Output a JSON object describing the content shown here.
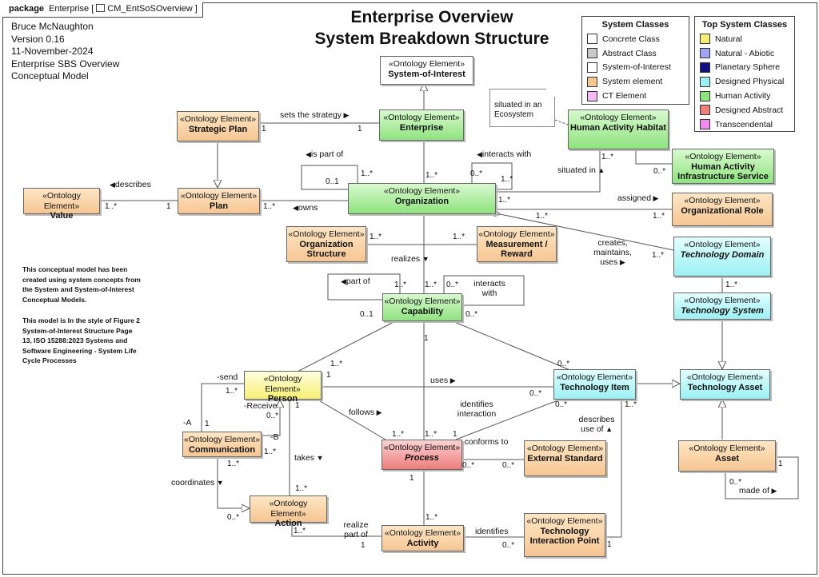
{
  "tab": {
    "keyword": "package",
    "label": "Enterprise",
    "diagram": "CM_EntSoSOverview"
  },
  "header": [
    "Bruce McNaughton",
    "Version 0.16",
    "11-November-2024",
    "Enterprise SBS Overview",
    "Conceptual Model"
  ],
  "title": [
    "Enterprise Overview",
    "System Breakdown Structure"
  ],
  "notes": [
    "This conceptual model has been created using system concepts from the System and System-of-Interest Conceptual Models.",
    "This model is In the style of Figure 2 System-of-Interest Structure Page 13, ISO 15288:2023 Systems and Software Engineering - System Life Cycle Processes"
  ],
  "legend_system": {
    "title": "System Classes",
    "items": [
      {
        "label": "Concrete Class",
        "color": "#ffffff"
      },
      {
        "label": "Abstract Class",
        "color": "#c8c8c8"
      },
      {
        "label": "System-of-Interest",
        "color": "#ffffff"
      },
      {
        "label": "System element",
        "color": "#f6c693"
      },
      {
        "label": "CT Element",
        "color": "#f3b8f5"
      }
    ]
  },
  "legend_top": {
    "title": "Top System Classes",
    "items": [
      {
        "label": "Natural",
        "color": "#f6ef73"
      },
      {
        "label": "Natural - Abiotic",
        "color": "#9fa5f3"
      },
      {
        "label": "Planetary Sphere",
        "color": "#101080"
      },
      {
        "label": "Designed Physical",
        "color": "#9cf0f4"
      },
      {
        "label": "Human Activity",
        "color": "#8fe37f"
      },
      {
        "label": "Designed Abstract",
        "color": "#ee7d7d"
      },
      {
        "label": "Transcendental",
        "color": "#f08cf0"
      }
    ]
  },
  "stereotype": "«Ontology Element»",
  "boxes": {
    "soi": "System-of-Interest",
    "strategic_plan": "Strategic Plan",
    "enterprise": "Enterprise",
    "habitat": "Human Activity Habitat",
    "infra": "Human Activity Infrastructure Service",
    "value": "Value",
    "plan": "Plan",
    "organization": "Organization",
    "org_role": "Organizational Role",
    "org_structure": "Organization Structure",
    "measurement": "Measurement / Reward",
    "tech_domain": "Technology Domain",
    "tech_system": "Technology System",
    "capability": "Capability",
    "person": "Person",
    "tech_item": "Technology Item",
    "tech_asset": "Technology Asset",
    "communication": "Communication",
    "process": "Process",
    "external_standard": "External Standard",
    "asset": "Asset",
    "action": "Action",
    "activity": "Activity",
    "tip": "Technology Interaction Point"
  },
  "note": "situated in an Ecosystem",
  "labels": {
    "sets_strategy": "sets the strategy",
    "is_part_of": "is part of",
    "interacts_with": "interacts with",
    "describes": "describes",
    "owns": "owns",
    "situated_in": "situated in",
    "assigned": "assigned",
    "realizes": "realizes",
    "creates": "creates, maintains, uses",
    "part_of": "part of",
    "interacts_with2": "interacts with",
    "send": "-send",
    "uses": "uses",
    "receive": "-Receive",
    "follows": "follows",
    "identifies_interaction": "identifies interaction",
    "describes_use_of": "describes use of",
    "a": "-A",
    "b": "-B",
    "takes": "takes",
    "conforms_to": "conforms to",
    "coordinates": "coordinates",
    "realize_part_of": "realize part of",
    "identifies": "identifies",
    "made_of": "made of"
  },
  "mult": {
    "one": "1",
    "many": "1..*",
    "zero_one": "0..1",
    "zero_many": "0..*"
  }
}
